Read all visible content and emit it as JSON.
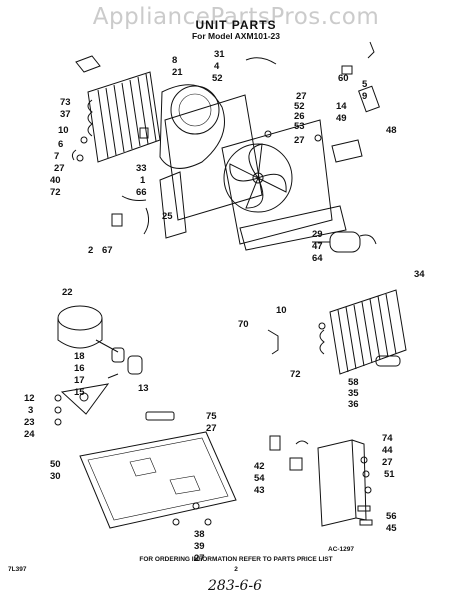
{
  "watermark": "AppliancePartsPros.com",
  "title": "UNIT PARTS",
  "subtitle": "For Model AXM101-23",
  "labels": [
    "31",
    "4",
    "52",
    "8",
    "21",
    "60",
    "5",
    "9",
    "73",
    "37",
    "10",
    "6",
    "7",
    "27",
    "40",
    "72",
    "33",
    "1",
    "66",
    "25",
    "2",
    "67",
    "27",
    "52",
    "26",
    "53",
    "27",
    "14",
    "49",
    "48",
    "29",
    "47",
    "64",
    "22",
    "18",
    "16",
    "17",
    "15",
    "13",
    "12",
    "3",
    "23",
    "24",
    "10",
    "70",
    "34",
    "72",
    "58",
    "35",
    "36",
    "75",
    "27",
    "50",
    "30",
    "38",
    "39",
    "27",
    "42",
    "54",
    "43",
    "74",
    "44",
    "27",
    "51",
    "56",
    "45"
  ],
  "footer": {
    "note": "FOR ORDERING INFORMATION REFER TO PARTS PRICE LIST",
    "page_number": "2",
    "left_code": "7L397",
    "art_code": "AC-1297"
  },
  "handwriting": "283-6-6"
}
